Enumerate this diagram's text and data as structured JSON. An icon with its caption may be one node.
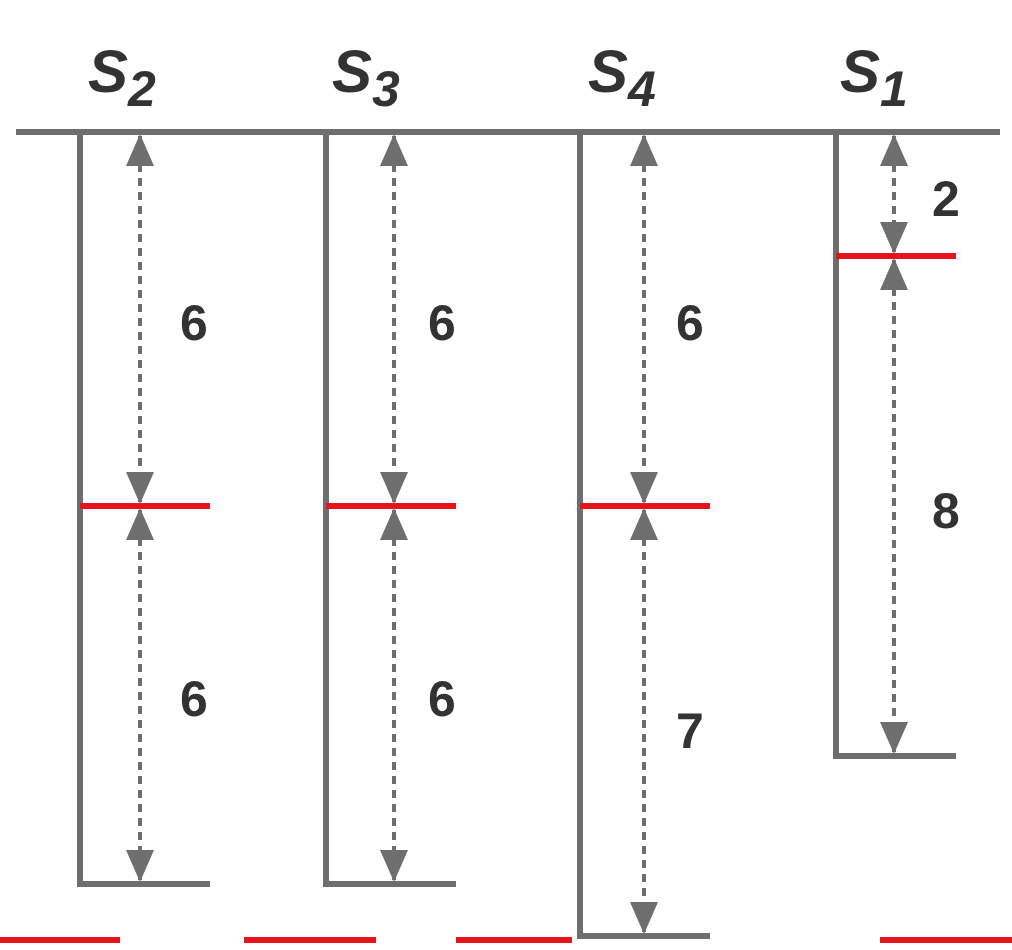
{
  "diagram": {
    "labels": [
      "S$_{2}$",
      "S$_{3}$",
      "S$_{4}$",
      "S$_{1}$",
      "2",
      "6",
      "6",
      "6",
      "8",
      "6",
      "6",
      "7"
    ]
  }
}
